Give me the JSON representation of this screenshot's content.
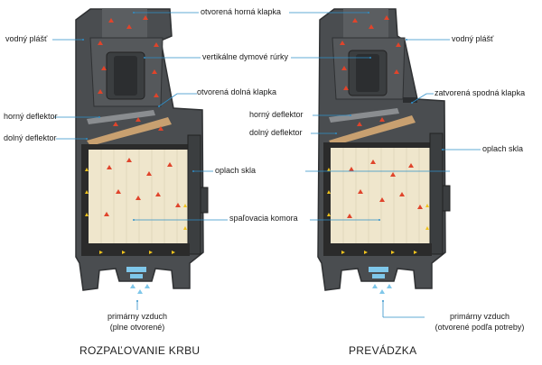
{
  "colors": {
    "casing": "#4a4d50",
    "casing_dark": "#2f3133",
    "firebrick": "#efe6cc",
    "ash_bed": "#2b2b2b",
    "deflector": "#c8a070",
    "leader_line": "#2e8fc9",
    "arrow_smoke": "#e0442b",
    "arrow_air": "#f2c41c",
    "air_intake": "#7fc7ea"
  },
  "left": {
    "caption": "ROZPAĽOVANIE KRBU",
    "labels": {
      "water_jacket": "vodný plášť",
      "upper_flap": "otvorená horná klapka",
      "flue_tubes": "vertikálne dymové rúrky",
      "lower_flap": "otvorená dolná klapka",
      "upper_deflector": "horný deflektor",
      "lower_deflector": "dolný deflektor",
      "glass_rinse": "oplach skla",
      "combustion_chamber": "spaľovacia komora",
      "primary_air_line1": "primárny vzduch",
      "primary_air_line2": "(plne otvorené)"
    }
  },
  "right": {
    "caption": "PREVÁDZKA",
    "labels": {
      "water_jacket": "vodný plášť",
      "closed_lower_flap": "zatvorená spodná klapka",
      "upper_deflector": "horný deflektor",
      "lower_deflector": "dolný deflektor",
      "glass_rinse": "oplach skla",
      "primary_air_line1": "primárny vzduch",
      "primary_air_line2": "(otvorené podľa potreby)"
    }
  }
}
